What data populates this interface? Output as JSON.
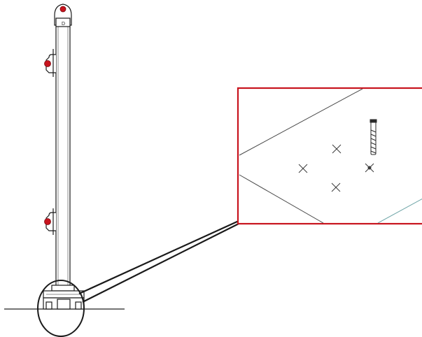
{
  "diagram": {
    "colors": {
      "background": "#ffffff",
      "line": "#1a1a1a",
      "accent_red": "#c8141e",
      "callout_border": "#c8141e",
      "ground_line": "#222222",
      "detail_line_dark": "#4a4a4a",
      "detail_line_teal": "#6fa6a8"
    },
    "components": [
      "post-top-cap",
      "post-shaft",
      "upper-bracket",
      "lower-bracket",
      "base-plate",
      "ground-line",
      "base-highlight-ellipse",
      "detail-callout",
      "leader-lines"
    ],
    "detail": {
      "cross_markers": 4,
      "anchor_bolts": 1
    }
  }
}
